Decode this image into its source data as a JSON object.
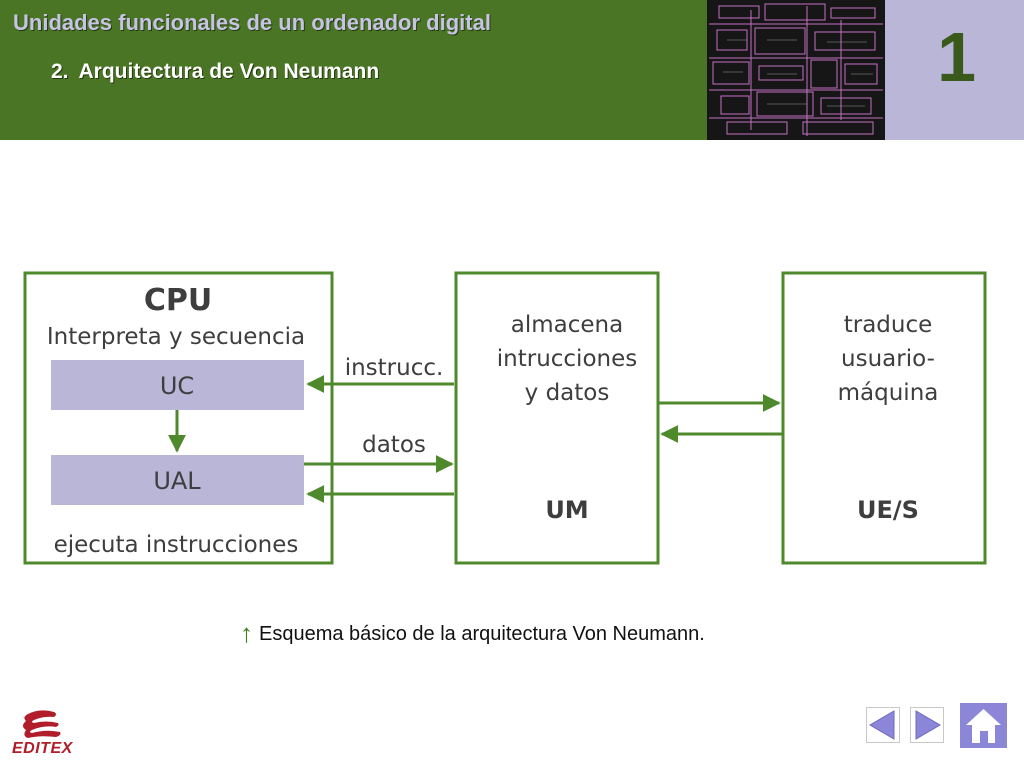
{
  "header": {
    "title": "Unidades funcionales de un ordenador digital",
    "section_number": "2.",
    "section_title": "Arquitectura de Von Neumann",
    "chapter_number": "1"
  },
  "diagram": {
    "cpu": {
      "title": "CPU",
      "subtitle": "Interpreta y secuencia",
      "uc_label": "UC",
      "ual_label": "UAL",
      "footer": "ejecuta instrucciones"
    },
    "links": {
      "instrucc": "instrucc.",
      "datos": "datos"
    },
    "um": {
      "line1": "almacena",
      "line2": "intrucciones",
      "line3": "y datos",
      "label": "UM"
    },
    "ues": {
      "line1": "traduce",
      "line2": "usuario-",
      "line3": "máquina",
      "label": "UE/S"
    }
  },
  "caption": {
    "arrow": "↑",
    "text": "Esquema básico de la arquitectura Von Neumann."
  },
  "footer": {
    "logo_text": "EDITEX"
  },
  "colors": {
    "header_green": "#4a7524",
    "diagram_green": "#4e8a2c",
    "lavender": "#b9b6d8",
    "nav_blue": "#8b86d8"
  }
}
